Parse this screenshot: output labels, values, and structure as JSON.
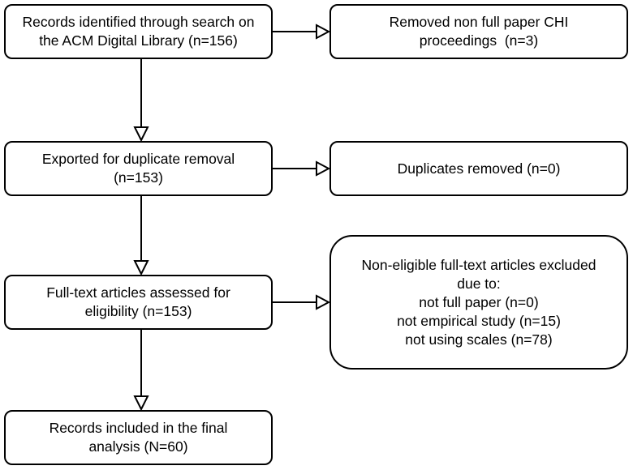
{
  "flow": {
    "main": [
      {
        "lines": [
          "Records identified through search on",
          "the ACM Digital Library (n=156)"
        ]
      },
      {
        "lines": [
          "Exported for duplicate removal",
          "(n=153)"
        ]
      },
      {
        "lines": [
          "Full-text articles assessed for",
          "eligibility (n=153)"
        ]
      },
      {
        "lines": [
          "Records included in the final",
          "analysis (N=60)"
        ]
      }
    ],
    "side": [
      {
        "lines": [
          "Removed non full paper CHI",
          "proceedings  (n=3)"
        ]
      },
      {
        "lines": [
          "Duplicates removed (n=0)"
        ]
      },
      {
        "lines": [
          "Non-eligible full-text articles excluded",
          "due to:",
          "not full paper (n=0)",
          "not empirical study (n=15)",
          "not using scales (n=78)"
        ]
      }
    ]
  }
}
